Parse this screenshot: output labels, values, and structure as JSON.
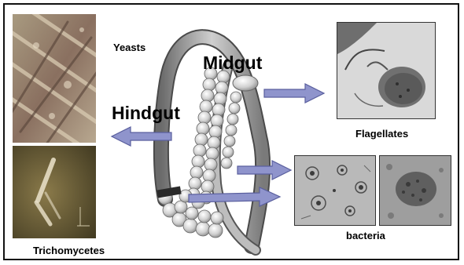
{
  "labels": {
    "yeasts": "Yeasts",
    "midgut": "Midgut",
    "hindgut": "Hindgut",
    "flagellates": "Flagellates",
    "bacteria": "bacteria",
    "trichomycetes": "Trichomycetes"
  },
  "colors": {
    "arrow_fill": "#8f94cc",
    "arrow_stroke": "#5a5f9e",
    "frame": "#111111"
  },
  "icons": {
    "gut": "gut-illustration",
    "arrow": "arrow-right"
  }
}
